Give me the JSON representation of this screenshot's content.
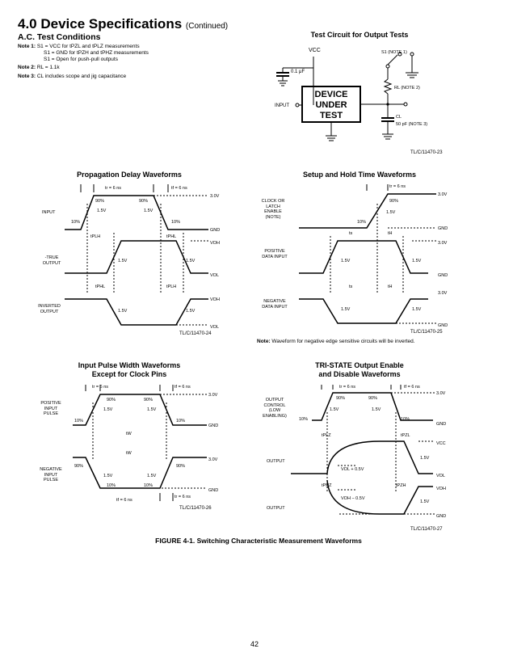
{
  "header": {
    "title": "4.0 Device Specifications",
    "continued": "(Continued)",
    "subtitle": "A.C. Test Conditions"
  },
  "notes": [
    {
      "label": "Note 1:",
      "lines": [
        "S1 = VCC for tPZL and tPLZ measurements",
        "S1 = GND for tPZH and tPHZ measurements",
        "S1 = Open for push-pull outputs"
      ]
    },
    {
      "label": "Note 2:",
      "lines": [
        "RL = 1.1k"
      ]
    },
    {
      "label": "Note 3:",
      "lines": [
        "CL includes scope and jig capacitance"
      ]
    }
  ],
  "test_circuit": {
    "title": "Test Circuit for Output Tests",
    "vcc": "VCC",
    "cap": "0.1 μF",
    "s1": "S1 (NOTE 1)",
    "rl": "RL (NOTE 2)",
    "cl": "CL",
    "cl_value": "50 pF (NOTE 3)",
    "device_lines": [
      "DEVICE",
      "UNDER",
      "TEST"
    ],
    "input": "INPUT",
    "ref": "TL/C/11470-23"
  },
  "prop_delay": {
    "title": "Propagation Delay Waveforms",
    "input": "INPUT",
    "true_output": "-TRUE OUTPUT",
    "inverted_output": "INVERTED OUTPUT",
    "tr": "tr = 6 ns",
    "tf": "tf = 6 ns",
    "v30": "3.0V",
    "gnd": "GND",
    "voh": "VOH",
    "vol": "VOL",
    "pct90": "90%",
    "pct10": "10%",
    "v15": "1.5V",
    "tplh": "tPLH",
    "tphl": "tPHL",
    "ref": "TL/C/11470-24"
  },
  "setup_hold": {
    "title": "Setup and Hold Time Waveforms",
    "clock": "CLOCK OR LATCH ENABLE (NOTE)",
    "positive": "POSITIVE DATA INPUT",
    "negative": "NEGATIVE DATA INPUT",
    "tr": "tr = 6 ns",
    "v30": "3.0V",
    "gnd": "GND",
    "pct90": "90%",
    "pct10": "10%",
    "v15": "1.5V",
    "ts": "ts",
    "th": "tH",
    "ref": "TL/C/11470-25",
    "note_label": "Note:",
    "note_text": "Waveform for negative edge sensitive circuits will be inverted."
  },
  "pulse_width": {
    "title": "Input Pulse Width Waveforms",
    "title2": "Except for Clock Pins",
    "positive": "POSITIVE INPUT PULSE",
    "negative": "NEGATIVE INPUT PULSE",
    "tr": "tr = 6 ns",
    "tf": "tf = 6 ns",
    "v30": "3.0V",
    "gnd": "GND",
    "pct90": "90%",
    "pct10": "10%",
    "v15": "1.5V",
    "tw": "tW",
    "ref": "TL/C/11470-26"
  },
  "tristate": {
    "title": "TRI-STATE Output Enable",
    "title2": "and Disable Waveforms",
    "control": "OUTPUT CONTROL (LOW ENABLING)",
    "output": "OUTPUT",
    "tr": "tr = 6 ns",
    "tf": "tf = 6 ns",
    "v30": "3.0V",
    "gnd": "GND",
    "vcc": "VCC",
    "vol": "VOL",
    "voh": "VOH",
    "pct90": "90%",
    "pct10": "10%",
    "v15": "1.5V",
    "tplz": "tPLZ",
    "tpzl": "tPZL",
    "tphz": "tPHZ",
    "tpzh": "tPZH",
    "vol05": "VOL + 0.5V",
    "voh05": "VOH − 0.5V",
    "ref": "TL/C/11470-27"
  },
  "figure_caption": "FIGURE 4-1. Switching Characteristic Measurement Waveforms",
  "page_number": "42"
}
